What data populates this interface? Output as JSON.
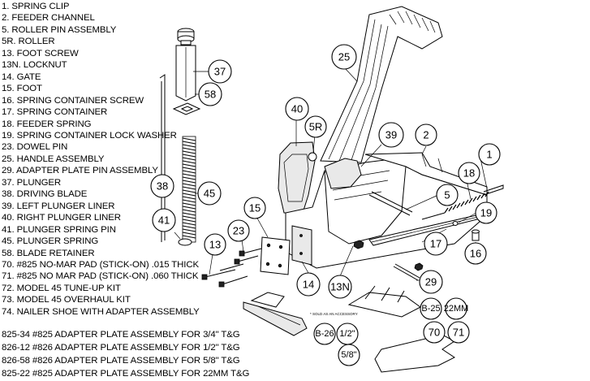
{
  "parts": [
    "1. SPRING CLIP",
    "2. FEEDER CHANNEL",
    "5. ROLLER PIN ASSEMBLY",
    "5R. ROLLER",
    "13. FOOT SCREW",
    "13N. LOCKNUT",
    "14. GATE",
    "15. FOOT",
    "16. SPRING CONTAINER SCREW",
    "17. SPRING CONTAINER",
    "18. FEEDER SPRING",
    "19. SPRING CONTAINER LOCK WASHER",
    "23. DOWEL PIN",
    "25. HANDLE ASSEMBLY",
    "29. ADAPTER PLATE PIN ASSEMBLY",
    "37. PLUNGER",
    "38. DRIVING BLADE",
    "39. LEFT PLUNGER LINER",
    "40. RIGHT PLUNGER LINER",
    "41. PLUNGER SPRING PIN",
    "45. PLUNGER SPRING",
    "58. BLADE RETAINER",
    "70. #825 NO-MAR PAD (STICK-ON) .015 THICK",
    "71. #825 NO MAR PAD (STICK-ON) .060 THICK",
    "72. MODEL 45 TUNE-UP KIT",
    "73. MODEL 45 OVERHAUL KIT",
    "74. NAILER SHOE WITH ADAPTER ASSEMBLY"
  ],
  "adapters": [
    "825-34 #825 ADAPTER PLATE ASSEMBLY FOR 3/4\" T&G",
    "826-12 #826 ADAPTER PLATE ASSEMBLY FOR 1/2\" T&G",
    "826-58 #826 ADAPTER PLATE ASSEMBLY FOR  5/8\" T&G",
    "825-22 #825 ADAPTER PLATE ASSEMBLY FOR 22MM T&G"
  ],
  "callouts": {
    "c1": "1",
    "c2": "2",
    "c5": "5",
    "c5r": "5R",
    "c13": "13",
    "c13n": "13N",
    "c14": "14",
    "c15": "15",
    "c16": "16",
    "c17": "17",
    "c18": "18",
    "c19": "19",
    "c23": "23",
    "c25": "25",
    "c29": "29",
    "c37": "37",
    "c38": "38",
    "c39": "39",
    "c40": "40",
    "c41": "41",
    "c45": "45",
    "c58": "58",
    "c70": "70",
    "c71": "71",
    "b26": "B-26",
    "b25": "B-25",
    "half": "1/2\"",
    "fiveeighths": "5/8\"",
    "mm22": "22MM"
  },
  "accessory_note": "* SOLD AS AN ACCESSORY"
}
